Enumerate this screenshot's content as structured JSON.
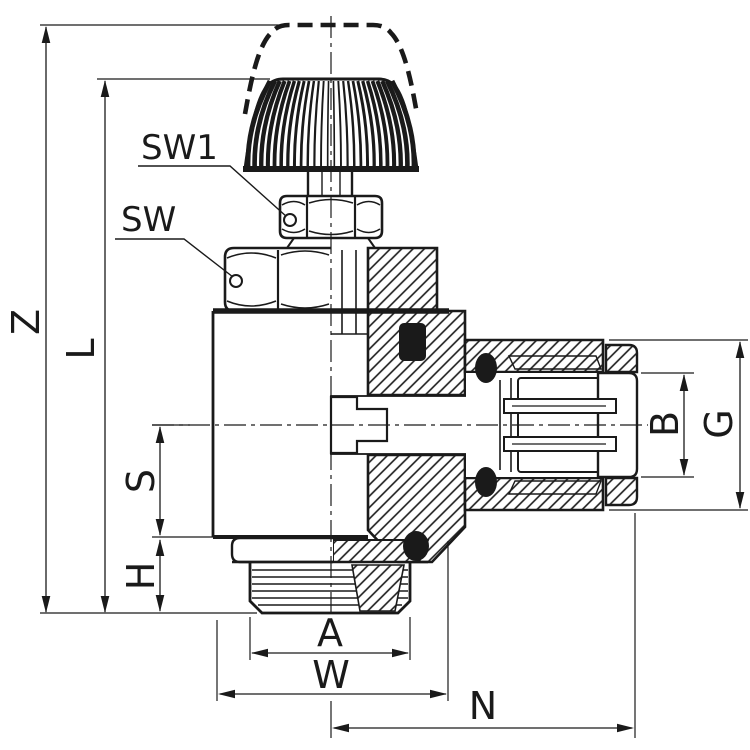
{
  "drawing": {
    "colors": {
      "ink": "#1a1a1a",
      "paper": "#ffffff"
    },
    "labels": {
      "z": "Z",
      "l": "L",
      "sw1": "SW1",
      "sw": "SW",
      "s": "S",
      "h": "H",
      "a": "A",
      "w": "W",
      "n": "N",
      "b": "B",
      "g": "G"
    }
  }
}
